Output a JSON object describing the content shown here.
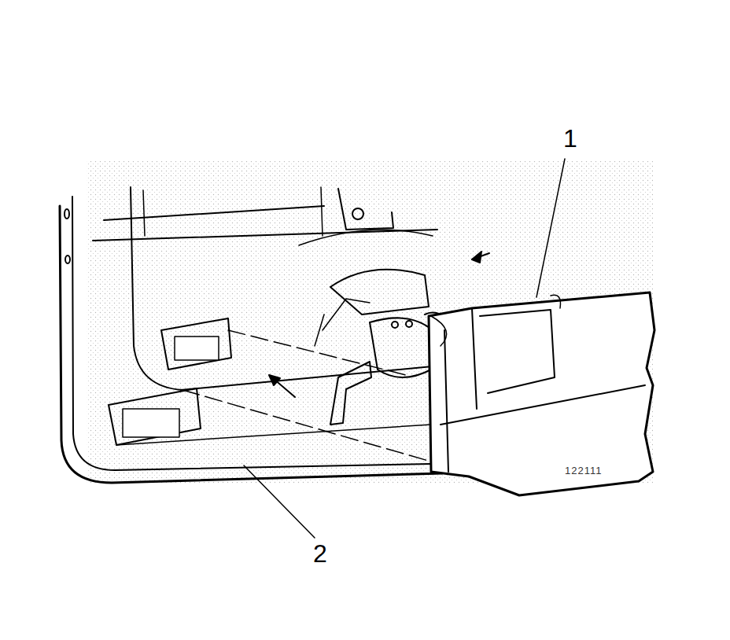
{
  "diagram": {
    "labels": [
      "1",
      "2",
      "122111"
    ]
  }
}
